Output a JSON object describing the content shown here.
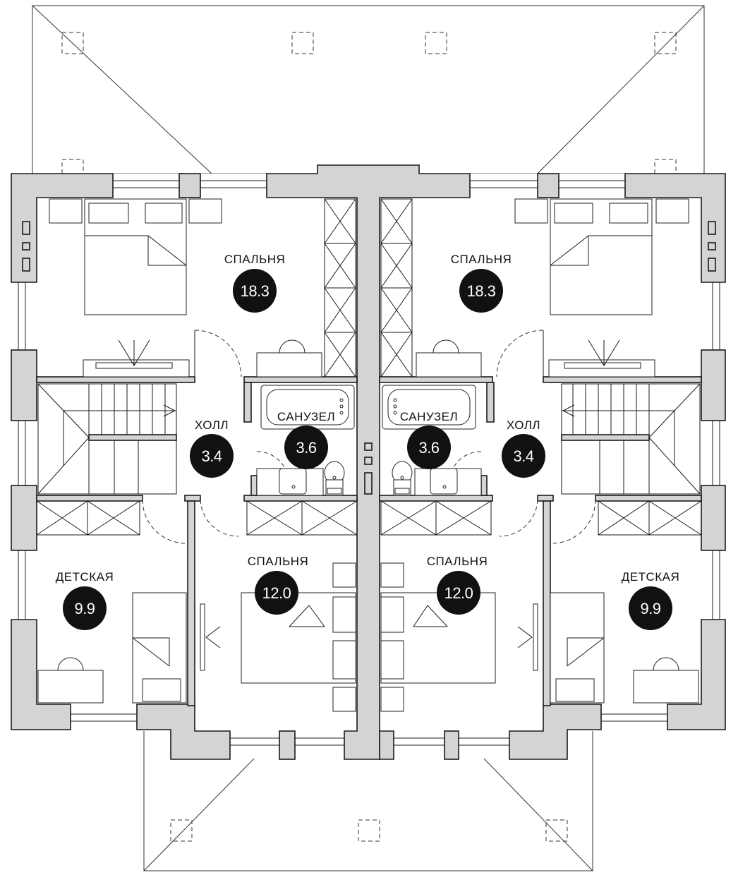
{
  "rooms": [
    {
      "id": "bedroom-top-left",
      "label": "СПАЛЬНЯ",
      "area": "18.3"
    },
    {
      "id": "bedroom-top-right",
      "label": "СПАЛЬНЯ",
      "area": "18.3"
    },
    {
      "id": "hall-left",
      "label": "ХОЛЛ",
      "area": "3.4"
    },
    {
      "id": "bathroom-left",
      "label": "САНУЗЕЛ",
      "area": "3.6"
    },
    {
      "id": "bathroom-right",
      "label": "САНУЗЕЛ",
      "area": "3.6"
    },
    {
      "id": "hall-right",
      "label": "ХОЛЛ",
      "area": "3.4"
    },
    {
      "id": "kids-room-left",
      "label": "ДЕТСКАЯ",
      "area": "9.9"
    },
    {
      "id": "bedroom-bottom-left",
      "label": "СПАЛЬНЯ",
      "area": "12.0"
    },
    {
      "id": "bedroom-bottom-right",
      "label": "СПАЛЬНЯ",
      "area": "12.0"
    },
    {
      "id": "kids-room-right",
      "label": "ДЕТСКАЯ",
      "area": "9.9"
    }
  ],
  "colors": {
    "wall": "#d4d4d4",
    "badge": "#111111",
    "line": "#1a1a1a"
  }
}
